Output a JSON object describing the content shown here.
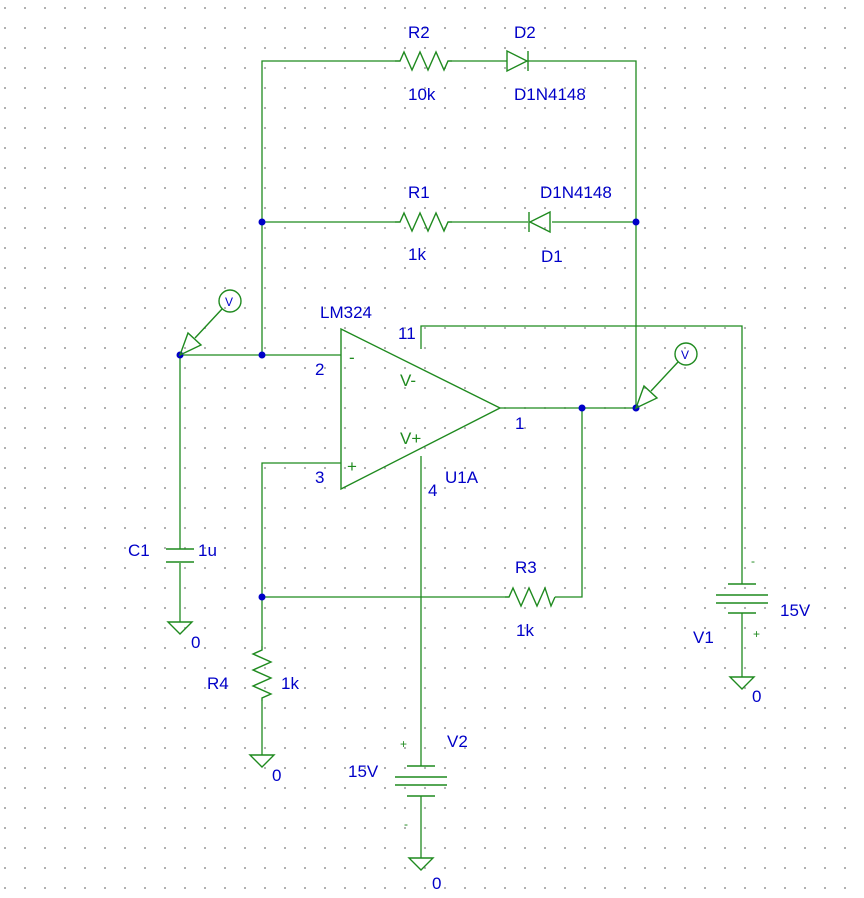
{
  "schematic": {
    "r2": {
      "ref": "R2",
      "value": "10k"
    },
    "d2": {
      "ref": "D2",
      "model": "D1N4148"
    },
    "r1": {
      "ref": "R1",
      "value": "1k"
    },
    "d1": {
      "ref": "D1",
      "model": "D1N4148"
    },
    "r3": {
      "ref": "R3",
      "value": "1k"
    },
    "r4": {
      "ref": "R4",
      "value": "1k"
    },
    "c1": {
      "ref": "C1",
      "value": "1u"
    },
    "opamp": {
      "model": "LM324",
      "ref": "U1A",
      "pin_inv": "2",
      "pin_noninv": "3",
      "pin_out": "1",
      "pin_vneg": "11",
      "pin_vpos": "4",
      "label_vneg": "V-",
      "label_vpos": "V+",
      "sign_minus": "-",
      "sign_plus": "+"
    },
    "v1": {
      "ref": "V1",
      "value": "15V",
      "minus": "-",
      "plus": "+"
    },
    "v2": {
      "ref": "V2",
      "value": "15V",
      "minus": "-",
      "plus": "+"
    },
    "ground_label": "0",
    "probe_label": "V"
  },
  "colors": {
    "wire": "#1f8a1f",
    "label": "#0000c8",
    "node": "#0000c8"
  }
}
